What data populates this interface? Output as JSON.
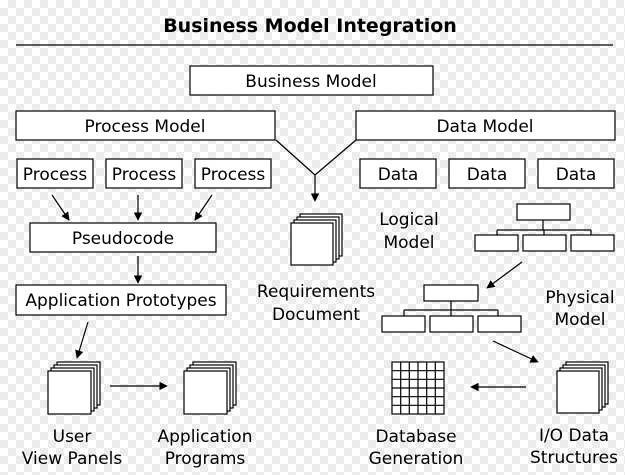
{
  "title": "Business Model Integration",
  "nodes": {
    "business_model": "Business Model",
    "process_model": "Process Model",
    "data_model": "Data Model",
    "process_1": "Process",
    "process_2": "Process",
    "process_3": "Process",
    "data_1": "Data",
    "data_2": "Data",
    "data_3": "Data",
    "pseudocode": "Pseudocode",
    "application_prototypes": "Application Prototypes",
    "requirements_document": [
      "Requirements",
      "Document"
    ],
    "logical_model": [
      "Logical",
      "Model"
    ],
    "physical_model": [
      "Physical",
      "Model"
    ],
    "user_view_panels": [
      "User",
      "View Panels"
    ],
    "application_programs": [
      "Application",
      "Programs"
    ],
    "database_generation": [
      "Database",
      "Generation"
    ],
    "io_data_structures": [
      "I/O Data",
      "Structures"
    ]
  }
}
